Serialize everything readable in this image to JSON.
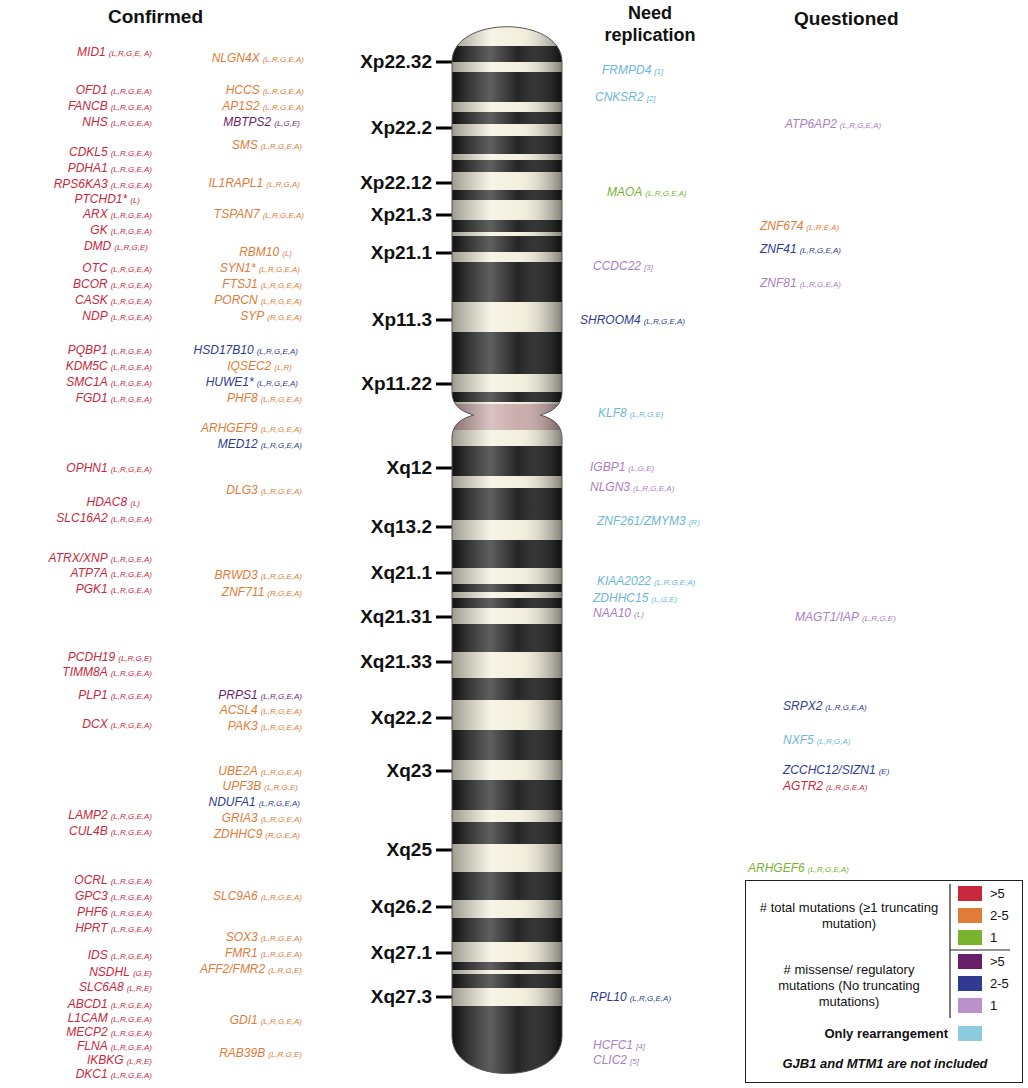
{
  "diagram": {
    "labels": [
      "Confirmed",
      "Need replication",
      "Questioned",
      "Xp22.32",
      "Xp22.2",
      "Xp22.12",
      "Xp21.3",
      "Xp21.1",
      "Xp11.3",
      "Xp11.22",
      "Xq12",
      "Xq13.2",
      "Xq21.1",
      "Xq21.31",
      "Xq21.33",
      "Xq22.2",
      "Xq23",
      "Xq25",
      "Xq26.2",
      "Xq27.1",
      "Xq27.3",
      "MID1",
      "(L,R,G,E, A)",
      "OFD1",
      "(L,R,G,E,A)",
      "FANCB",
      "(L,R,G,E,A)",
      "NHS",
      "(L,R,G,E,A)",
      "CDKL5",
      "(L,R,G,E,A)",
      "PDHA1",
      "(L,R,G,E,A)",
      "RPS6KA3",
      "(L,R,G,E,A)",
      "PTCHD1*",
      "(L)",
      "ARX",
      "(L,R,G,E,A)",
      "GK",
      "(L,R,G,E,A)",
      "DMD",
      "(L,R,G,E)",
      "OTC",
      "(L,R,G,E,A)",
      "BCOR",
      "(L,R,G,E,A)",
      "CASK",
      "(L,R,G,E,A)",
      "NDP",
      "(L,R,G,E,A)",
      "PQBP1",
      "(L,R,G,E,A)",
      "KDM5C",
      "(L,R,G,E,A)",
      "SMC1A",
      "(L,R,G,E,A)",
      "FGD1",
      "(L,R,G,E,A)",
      "OPHN1",
      "(L,R,G,E,A)",
      "HDAC8",
      "(L)",
      "SLC16A2",
      "(L,R,G,E,A)",
      "ATRX/XNP",
      "(L,R,G,E,A)",
      "ATP7A",
      "(L,R,G,E,A)",
      "PGK1",
      "(L,R,G,E,A)",
      "PCDH19",
      "(L,R,G,E)",
      "TIMM8A",
      "(L,R,G,E,A)",
      "PLP1",
      "(L,R,G,E,A)",
      "DCX",
      "(L,R,G,E,A)",
      "LAMP2",
      "(L,R,G,E,A)",
      "CUL4B",
      "(L,R,G,E,A)",
      "OCRL",
      "(L,R,G,E,A)",
      "GPC3",
      "(L,R,G,E,A)",
      "PHF6",
      "(L,R,G,E,A)",
      "HPRT",
      "(L,R,G,E,A)",
      "IDS",
      "(L,R,G,E,A)",
      "NSDHL",
      "(G,E)",
      "SLC6A8",
      "(L,R,E)",
      "ABCD1",
      "(L,R,G,E,A)",
      "L1CAM",
      "(L,R,G,E,A)",
      "MECP2",
      "(L,R,G,E,A)",
      "FLNA",
      "(L,R,G,E,A)",
      "IKBKG",
      "(L,R,E)",
      "DKC1",
      "(L,R,G,E,A)",
      "NLGN4X",
      "(L,R,G,E,A)",
      "HCCS",
      "(L,R,G,E,A)",
      "AP1S2",
      "(L,R,G,E,A)",
      "MBTPS2",
      "(L,G,E)",
      "SMS",
      "(L,R,G,E,A)",
      "IL1RAPL1",
      "(L,R,G,A)",
      "TSPAN7",
      "(L,R,G,E,A)",
      "RBM10",
      "(L)",
      "SYN1*",
      "(L,R,G,E,A)",
      "FTSJ1",
      "(L,R,G,E,A)",
      "PORCN",
      "(L,R,G,E,A)",
      "SYP",
      "(R,G,E,A)",
      "HSD17B10",
      "(L,R,G,E,A)",
      "IQSEC2",
      "(L,R)",
      "HUWE1*",
      "(L,R,G,E,A)",
      "PHF8",
      "(L,R,G,E,A)",
      "ARHGEF9",
      "(L,R,G,E,A)",
      "MED12",
      "(L,R,G,E,A)",
      "DLG3",
      "(L,R,G,E,A)",
      "BRWD3",
      "(L,R,G,E,A)",
      "ZNF711",
      "(R,G,E,A)",
      "PRPS1",
      "(L,R,G,E,A)",
      "ACSL4",
      "(L,R,G,E,A)",
      "PAK3",
      "(L,R,G,E,A)",
      "UBE2A",
      "(L,R,G,E,A)",
      "UPF3B",
      "(L,R,G,E)",
      "NDUFA1",
      "(L,R,G,E,A)",
      "GRIA3",
      "(L,R,G,E,A)",
      "ZDHHC9",
      "(R,G,E,A)",
      "SLC9A6",
      "(L,R,G,E,A)",
      "SOX3",
      "(L,R,G,E,A)",
      "FMR1",
      "(L,R,G,E,A)",
      "AFF2/FMR2",
      "(L,R,G,E)",
      "GDI1",
      "(L,R,G,E,A)",
      "RAB39B",
      "(L,R,G,E)",
      "FRMPD4",
      "[1]",
      "CNKSR2",
      "[2]",
      "MAOA",
      "(L,R,G,E,A)",
      "CCDC22",
      "[3]",
      "SHROOM4",
      "(L,R,G,E,A)",
      "KLF8",
      "(L,R,G,E)",
      "IGBP1",
      "(L,G,E)",
      "NLGN3",
      "(L,R,G,E,A)",
      "ZNF261/ZMYM3",
      "(R)",
      "KIAA2022",
      "(L,R,G,E,A)",
      "ZDHHC15",
      "(L,G,E)",
      "NAA10",
      "(L)",
      "RPL10",
      "(L,R,G,E,A)",
      "HCFC1",
      "[4]",
      "CLIC2",
      "[5]",
      "ATP6AP2",
      "(L,R,G,E,A)",
      "ZNF674",
      "(L,R,E,A)",
      "ZNF41",
      "(L,R,G,E,A)",
      "ZNF81",
      "(L,R,G,E,A)",
      "MAGT1/IAP",
      "(L,R,G,E)",
      "SRPX2",
      "(L,R,G,E,A)",
      "NXF5",
      "(L,R,G,A)",
      "ZCCHC12/SIZN1",
      "(E)",
      "AGTR2",
      "(L,R,G,E,A)",
      "ARHGEF6",
      "(L,R,G,E,A)",
      "# total mutations (≥1 truncating mutation)",
      "# missense/ regulatory mutations (No truncating mutations)",
      "GJB1 and MTM1 are not included"
    ],
    "legend": [
      {
        "text": ">5",
        "color": "#c8283c"
      },
      {
        "text": "2-5",
        "color": "#e07b39"
      },
      {
        "text": "1",
        "color": "#7ab32e"
      },
      {
        "text": ">5",
        "color": "#6b1f6b"
      },
      {
        "text": "2-5",
        "color": "#2f3a90"
      },
      {
        "text": "1",
        "color": "#b892c9"
      },
      {
        "text": "Only rearrangement",
        "color": "#8ecae0"
      }
    ]
  }
}
